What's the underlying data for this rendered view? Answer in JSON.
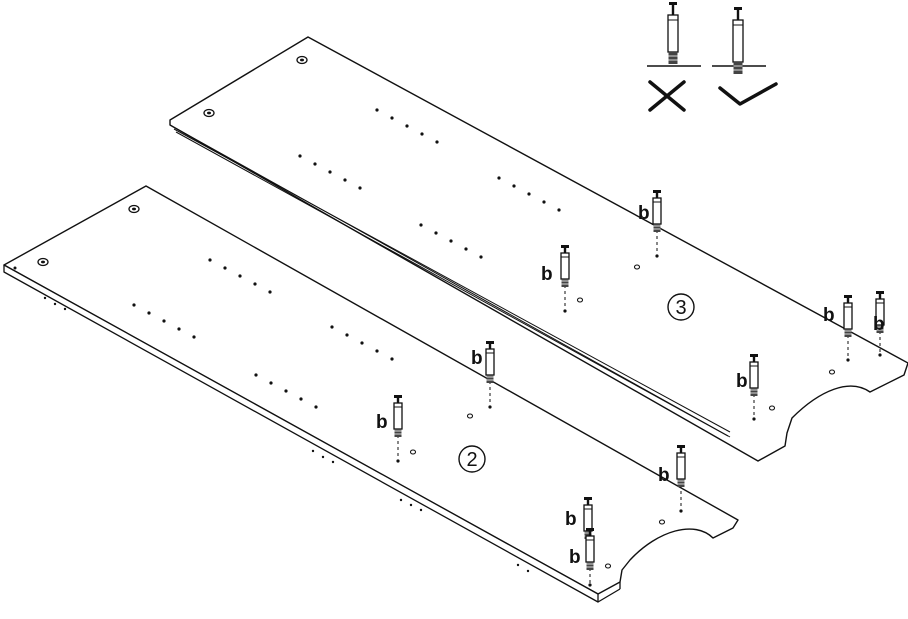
{
  "colors": {
    "ink": "#111111",
    "paper": "#ffffff",
    "screw_shade": "#444444"
  },
  "panels": [
    {
      "id": "panel-2",
      "number": "2"
    },
    {
      "id": "panel-3",
      "number": "3"
    }
  ],
  "screw_label": "b",
  "legend": {
    "wrong": {
      "icon": "cross-icon"
    },
    "correct": {
      "icon": "check-icon"
    }
  }
}
